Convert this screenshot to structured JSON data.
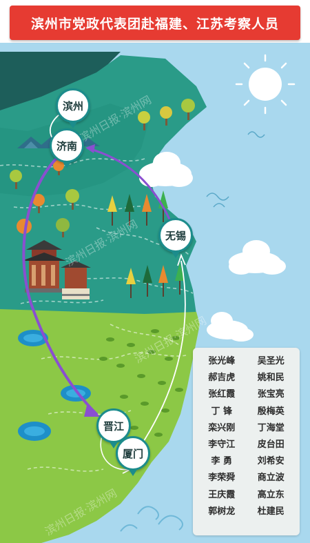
{
  "title": "滨州市党政代表团赴福建、江苏考察人员",
  "cities": {
    "binzhou": "滨州",
    "jinan": "济南",
    "wuxi": "无锡",
    "jinjiang": "晋江",
    "xiamen": "厦门"
  },
  "members": [
    "张光峰",
    "吴圣光",
    "郝吉虎",
    "姚和民",
    "张红霞",
    "张宝亮",
    "丁  锋",
    "殷梅英",
    "栾兴刚",
    "丁海堂",
    "李守江",
    "皮台田",
    "李  勇",
    "刘希安",
    "李荣舜",
    "商立波",
    "王庆霞",
    "高立东",
    "郭树龙",
    "杜建民"
  ],
  "watermark": "滨州日报·滨州网",
  "colors": {
    "title_red": "#e63b32",
    "sea": "#a9d8ee",
    "north_land": "#2a9b88",
    "north_land_dark": "#1f7e6f",
    "south_land": "#8cc846",
    "route_purple": "#8a4fd0"
  }
}
